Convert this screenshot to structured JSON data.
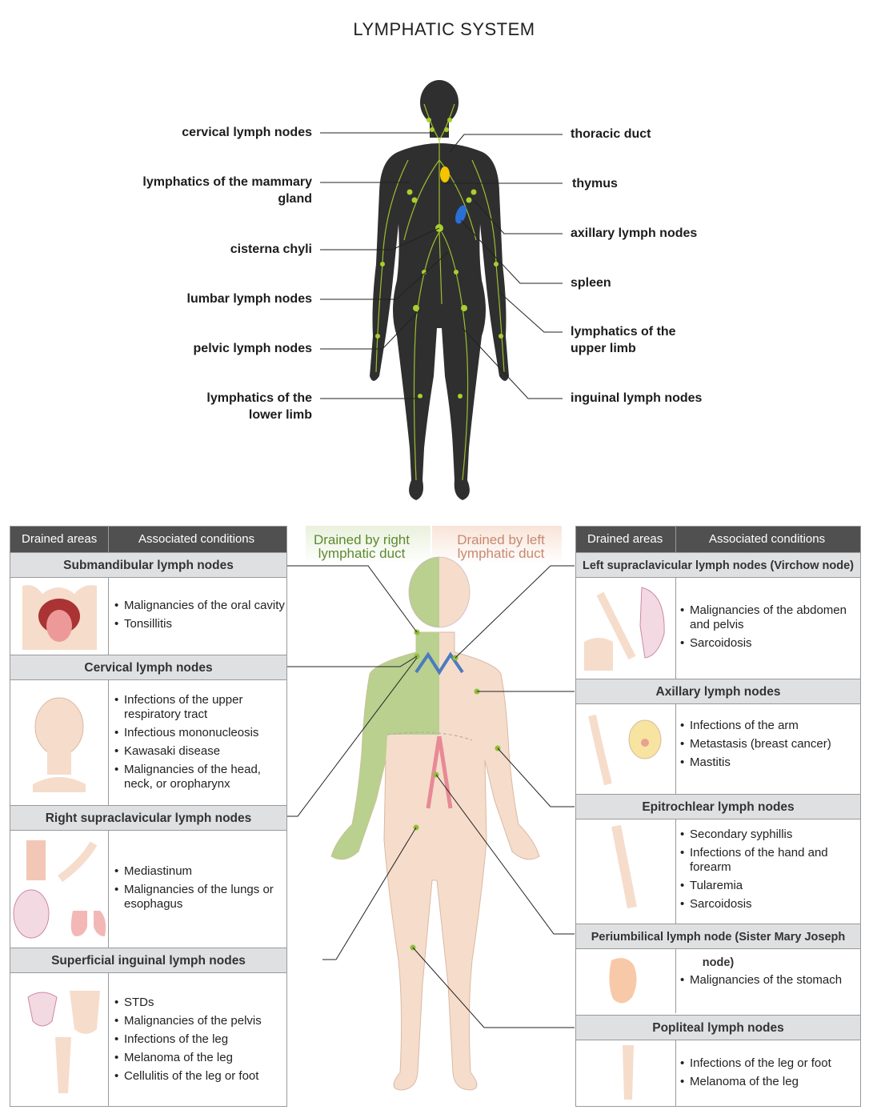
{
  "title": "LYMPHATIC SYSTEM",
  "figure_labels": {
    "left": [
      "cervical lymph nodes",
      "lymphatics of the mammary gland",
      "cisterna chyli",
      "lumbar lymph nodes",
      "pelvic lymph nodes",
      "lymphatics of the lower limb"
    ],
    "right": [
      "thoracic duct",
      "thymus",
      "axillary lymph nodes",
      "spleen",
      "lymphatics of the upper limb",
      "inguinal lymph nodes"
    ]
  },
  "drain_labels": {
    "right_duct": "Drained by right lymphatic duct",
    "left_duct": "Drained by left lymphatic duct"
  },
  "table_headers": {
    "areas": "Drained areas",
    "conditions": "Associated conditions"
  },
  "left_sections": [
    {
      "title": "Submandibular lymph nodes",
      "items": [
        "Malignancies of the oral cavity",
        "Tonsillitis"
      ]
    },
    {
      "title": "Cervical lymph nodes",
      "items": [
        "Infections of the upper respiratory tract",
        "Infectious mononucleosis",
        "Kawasaki disease",
        "Malignancies of the head, neck, or oropharynx"
      ]
    },
    {
      "title": "Right supraclavicular lymph nodes",
      "items": [
        "Mediastinum",
        "Malignancies of the lungs or esophagus"
      ]
    },
    {
      "title": "Superficial inguinal lymph nodes",
      "items": [
        "STDs",
        "Malignancies of the pelvis",
        "Infections of the leg",
        "Melanoma of the leg",
        "Cellulitis of the leg or foot"
      ]
    }
  ],
  "right_sections": [
    {
      "title": "Left supraclavicular lymph nodes (Virchow node)",
      "items": [
        "Malignancies of the abdomen and pelvis",
        "Sarcoidosis"
      ]
    },
    {
      "title": "Axillary lymph nodes",
      "items": [
        "Infections of the arm",
        "Metastasis (breast cancer)",
        "Mastitis"
      ]
    },
    {
      "title": "Epitrochlear lymph nodes",
      "items": [
        "Secondary syphillis",
        "Infections of the hand and forearm",
        "Tularemia",
        "Sarcoidosis"
      ]
    },
    {
      "title": "Periumbilical lymph node (Sister Mary Joseph node)",
      "items": [
        "Malignancies of the stomach"
      ]
    },
    {
      "title": "Popliteal lymph nodes",
      "items": [
        "Infections of the leg or foot",
        "Melanoma of the leg"
      ]
    }
  ],
  "colors": {
    "body_dark": "#2f2f2f",
    "lymph": "#a8cf2f",
    "thymus": "#f5c400",
    "spleen": "#2a6fd6",
    "skin": "#f6dccb",
    "green_region": "#b9d08e",
    "header_bg": "#505050",
    "section_bg": "#dfe0e2"
  }
}
